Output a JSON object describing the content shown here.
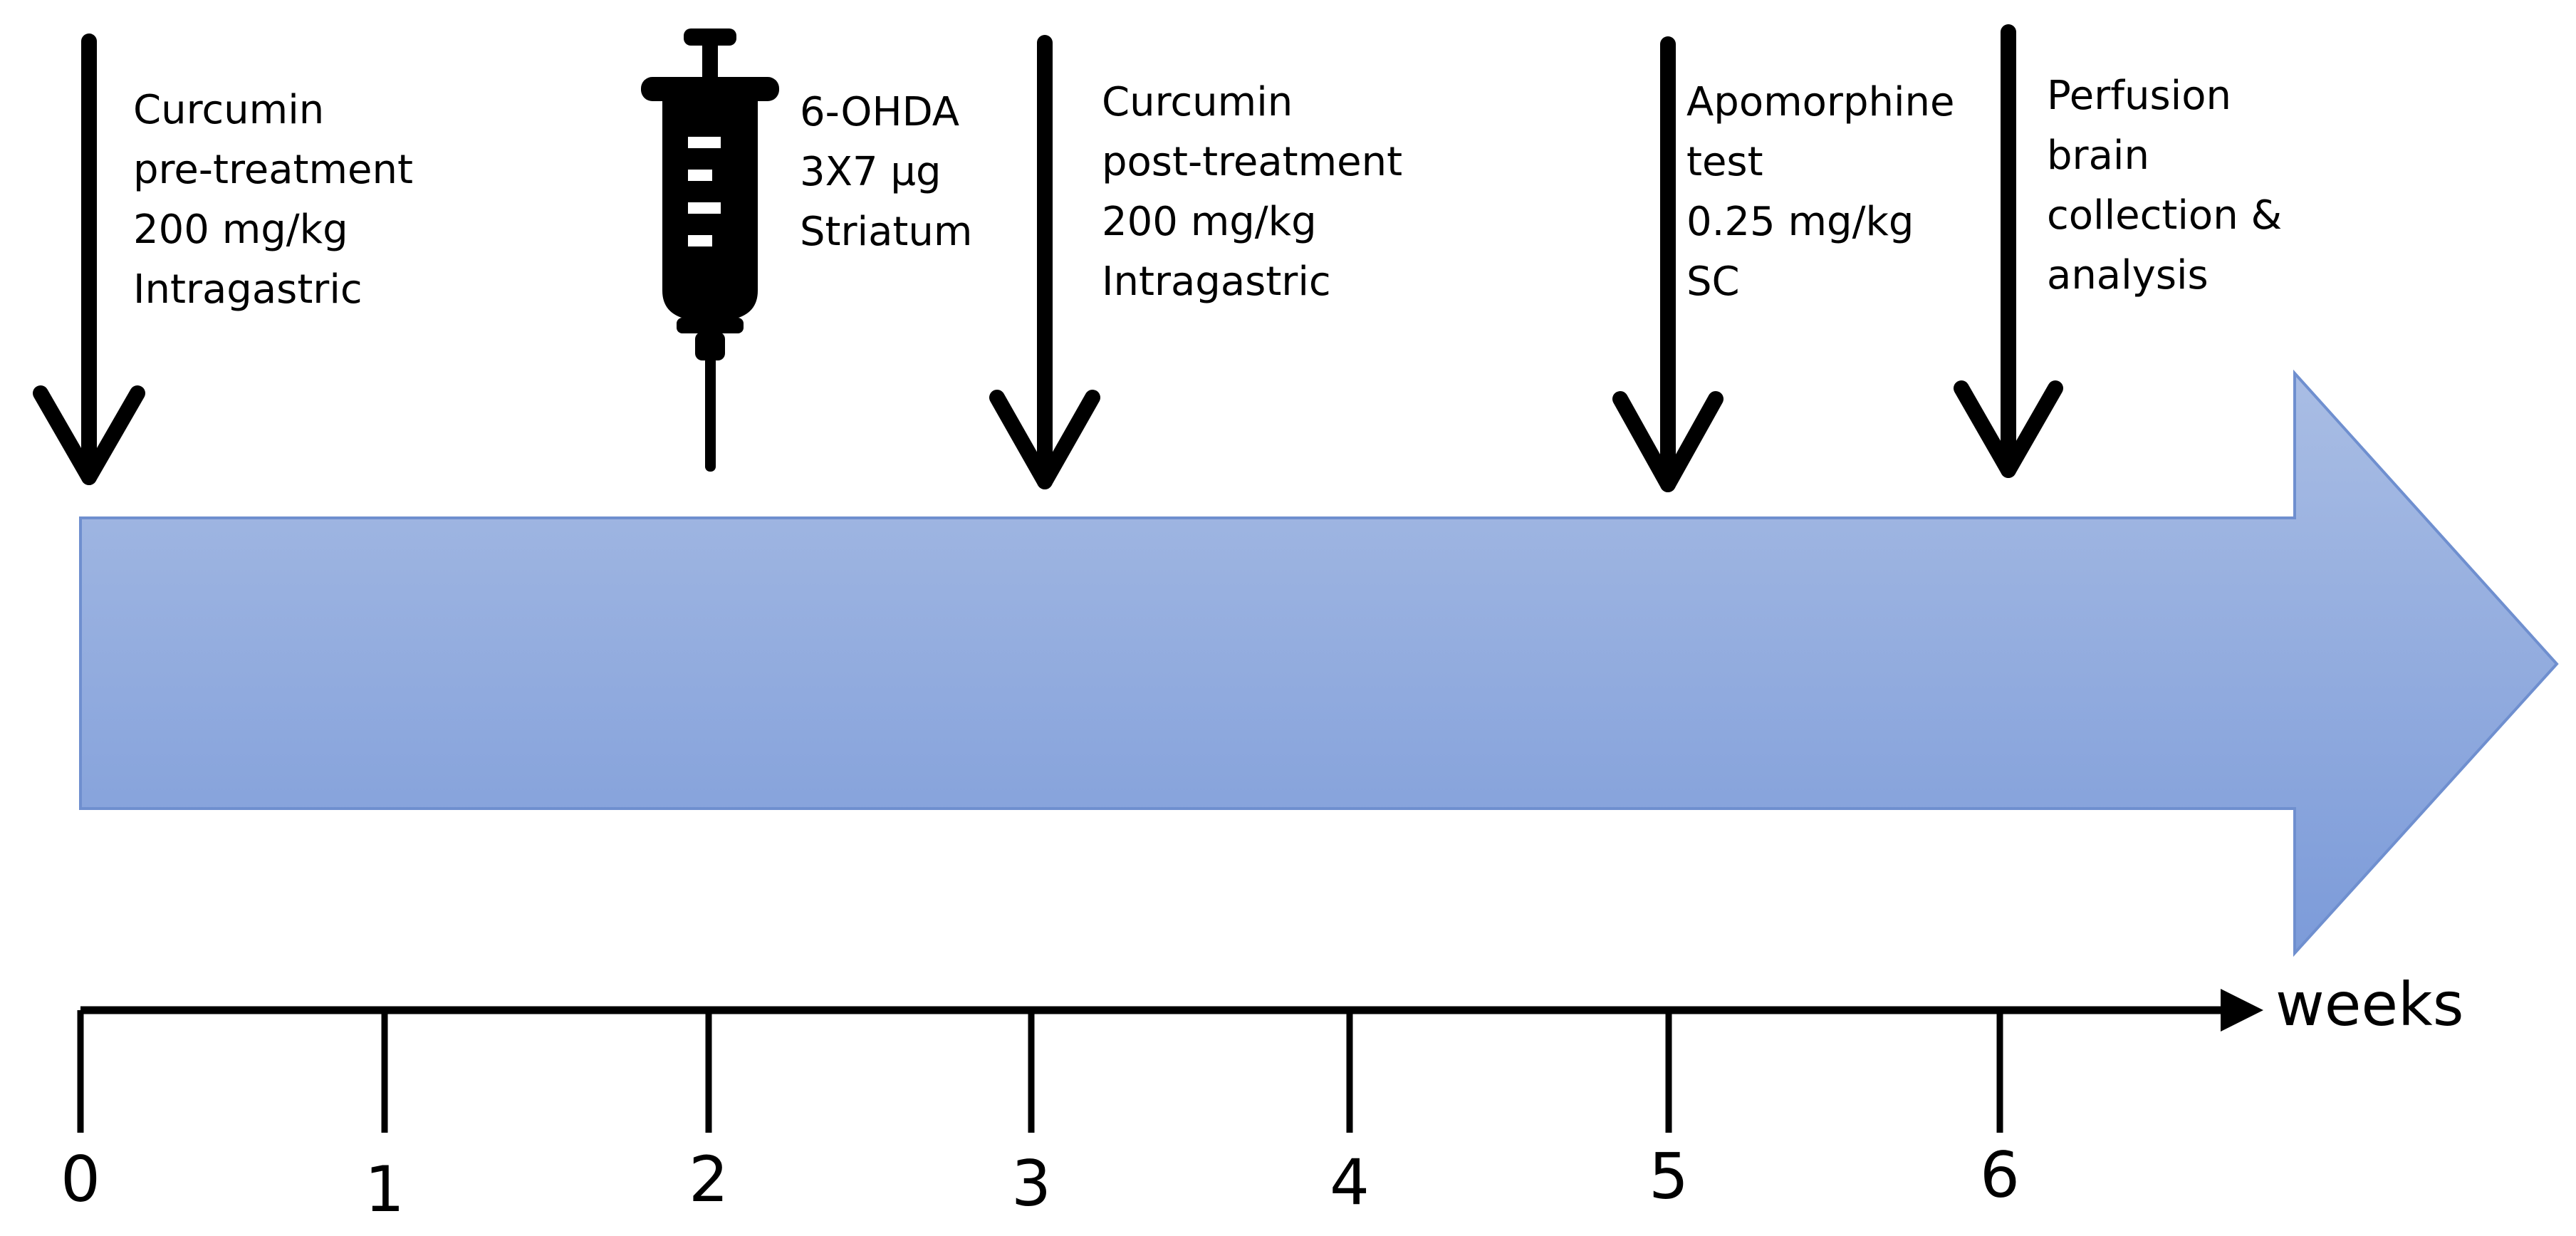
{
  "timeline": {
    "axis_unit": "weeks",
    "ticks": [
      "0",
      "1",
      "2",
      "3",
      "4",
      "5",
      "6"
    ],
    "band_color_top": "#a9bde4",
    "band_color_bottom": "#7c9bd9",
    "band_stroke": "#6f8fcf"
  },
  "events": [
    {
      "lines": [
        "Curcumin",
        "pre-treatment",
        "200 mg/kg",
        "Intragastric"
      ],
      "week": 0,
      "marker": "arrow-down-icon"
    },
    {
      "lines": [
        "6-OHDA",
        "3X7 µg",
        "Striatum"
      ],
      "week": 2,
      "marker": "syringe-icon"
    },
    {
      "lines": [
        "Curcumin",
        "post-treatment",
        "200 mg/kg",
        "Intragastric"
      ],
      "week": 3,
      "marker": "arrow-down-icon"
    },
    {
      "lines": [
        "Apomorphine",
        "test",
        "0.25 mg/kg",
        "SC"
      ],
      "week": 5,
      "marker": "arrow-down-icon"
    },
    {
      "lines": [
        "Perfusion",
        "brain",
        "collection &",
        "analysis"
      ],
      "week": 6,
      "marker": "arrow-down-icon"
    }
  ]
}
